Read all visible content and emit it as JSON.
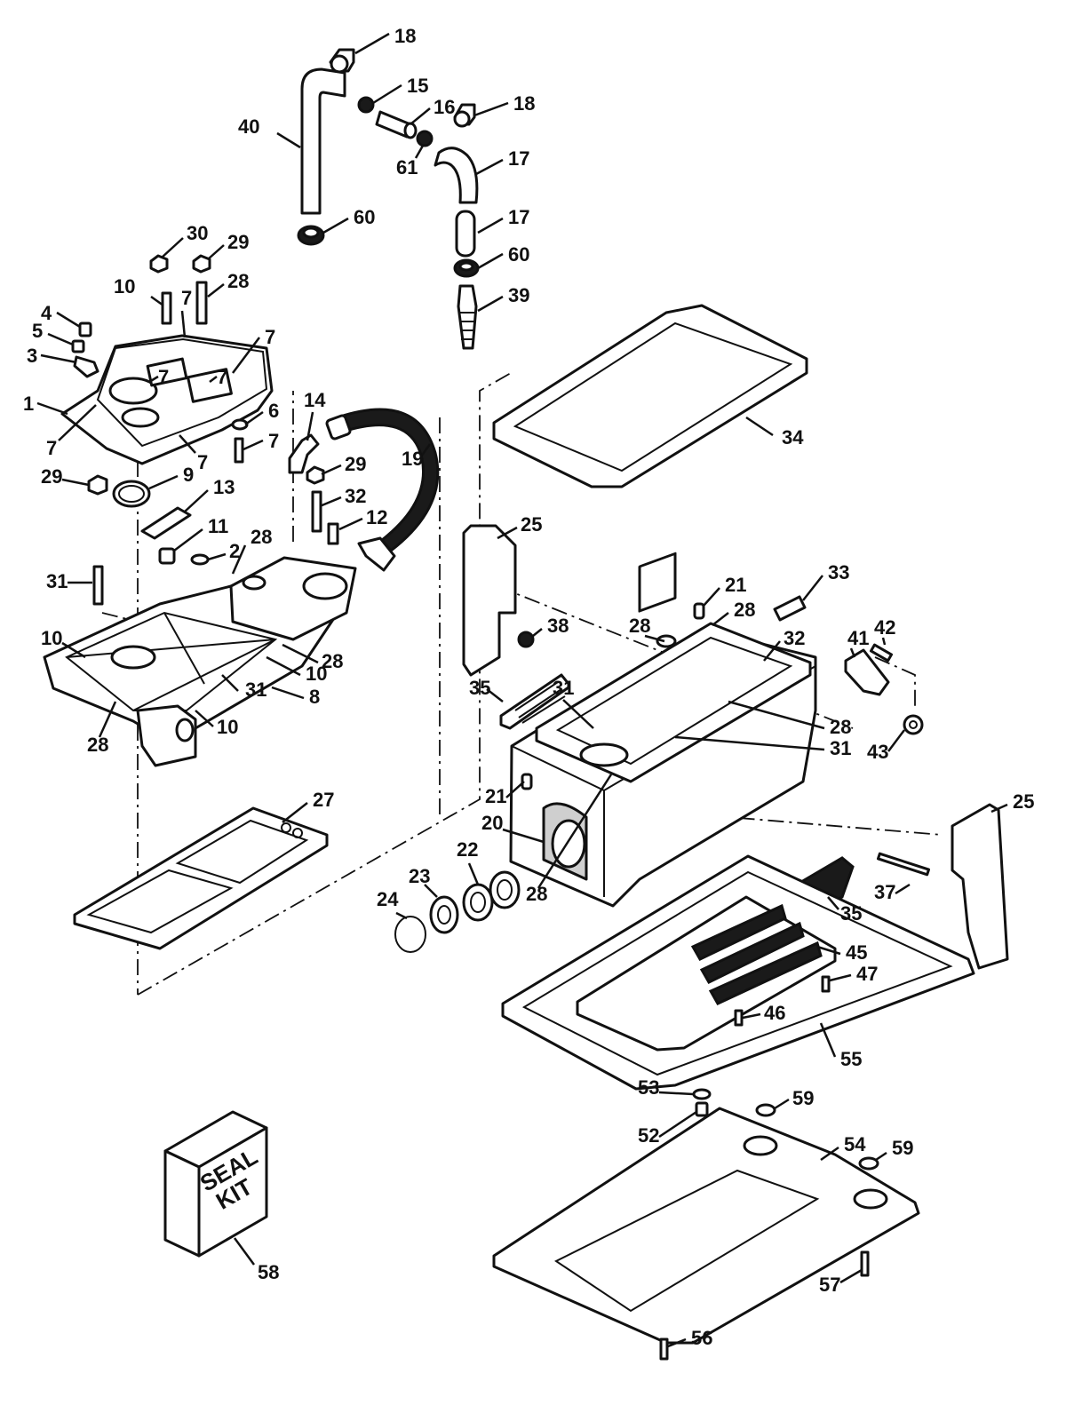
{
  "seal_kit": {
    "line1": "SEAL",
    "line2": "KIT"
  },
  "callouts": [
    {
      "id": "18",
      "label": "18"
    },
    {
      "id": "15",
      "label": "15"
    },
    {
      "id": "16",
      "label": "16"
    },
    {
      "id": "18b",
      "label": "18"
    },
    {
      "id": "40",
      "label": "40"
    },
    {
      "id": "17",
      "label": "17"
    },
    {
      "id": "61",
      "label": "61"
    },
    {
      "id": "17b",
      "label": "17"
    },
    {
      "id": "60",
      "label": "60"
    },
    {
      "id": "60b",
      "label": "60"
    },
    {
      "id": "39",
      "label": "39"
    },
    {
      "id": "30",
      "label": "30"
    },
    {
      "id": "29",
      "label": "29"
    },
    {
      "id": "10",
      "label": "10"
    },
    {
      "id": "28",
      "label": "28"
    },
    {
      "id": "4",
      "label": "4"
    },
    {
      "id": "7",
      "label": "7"
    },
    {
      "id": "7b",
      "label": "7"
    },
    {
      "id": "5",
      "label": "5"
    },
    {
      "id": "3",
      "label": "3"
    },
    {
      "id": "7c",
      "label": "7"
    },
    {
      "id": "7d",
      "label": "7"
    },
    {
      "id": "1",
      "label": "1"
    },
    {
      "id": "14",
      "label": "14"
    },
    {
      "id": "6",
      "label": "6"
    },
    {
      "id": "7e",
      "label": "7"
    },
    {
      "id": "7f",
      "label": "7"
    },
    {
      "id": "7g",
      "label": "7"
    },
    {
      "id": "34",
      "label": "34"
    },
    {
      "id": "19",
      "label": "19"
    },
    {
      "id": "29b",
      "label": "29"
    },
    {
      "id": "29c",
      "label": "29"
    },
    {
      "id": "9",
      "label": "9"
    },
    {
      "id": "13",
      "label": "13"
    },
    {
      "id": "32",
      "label": "32"
    },
    {
      "id": "12",
      "label": "12"
    },
    {
      "id": "25",
      "label": "25"
    },
    {
      "id": "11",
      "label": "11"
    },
    {
      "id": "2",
      "label": "2"
    },
    {
      "id": "28b",
      "label": "28"
    },
    {
      "id": "31",
      "label": "31"
    },
    {
      "id": "33",
      "label": "33"
    },
    {
      "id": "21",
      "label": "21"
    },
    {
      "id": "28c",
      "label": "28"
    },
    {
      "id": "42",
      "label": "42"
    },
    {
      "id": "38",
      "label": "38"
    },
    {
      "id": "28d",
      "label": "28"
    },
    {
      "id": "32b",
      "label": "32"
    },
    {
      "id": "41",
      "label": "41"
    },
    {
      "id": "10b",
      "label": "10"
    },
    {
      "id": "28e",
      "label": "28"
    },
    {
      "id": "10c",
      "label": "10"
    },
    {
      "id": "35",
      "label": "35"
    },
    {
      "id": "31b",
      "label": "31"
    },
    {
      "id": "10d",
      "label": "10"
    },
    {
      "id": "31c",
      "label": "31"
    },
    {
      "id": "8",
      "label": "8"
    },
    {
      "id": "28f",
      "label": "28"
    },
    {
      "id": "28g",
      "label": "28"
    },
    {
      "id": "31d",
      "label": "31"
    },
    {
      "id": "43",
      "label": "43"
    },
    {
      "id": "27",
      "label": "27"
    },
    {
      "id": "21b",
      "label": "21"
    },
    {
      "id": "25b",
      "label": "25"
    },
    {
      "id": "20",
      "label": "20"
    },
    {
      "id": "22",
      "label": "22"
    },
    {
      "id": "23",
      "label": "23"
    },
    {
      "id": "24",
      "label": "24"
    },
    {
      "id": "28h",
      "label": "28"
    },
    {
      "id": "37",
      "label": "37"
    },
    {
      "id": "35b",
      "label": "35"
    },
    {
      "id": "45",
      "label": "45"
    },
    {
      "id": "47",
      "label": "47"
    },
    {
      "id": "46",
      "label": "46"
    },
    {
      "id": "55",
      "label": "55"
    },
    {
      "id": "53",
      "label": "53"
    },
    {
      "id": "59",
      "label": "59"
    },
    {
      "id": "52",
      "label": "52"
    },
    {
      "id": "54",
      "label": "54"
    },
    {
      "id": "59b",
      "label": "59"
    },
    {
      "id": "58",
      "label": "58"
    },
    {
      "id": "57",
      "label": "57"
    },
    {
      "id": "56",
      "label": "56"
    }
  ]
}
